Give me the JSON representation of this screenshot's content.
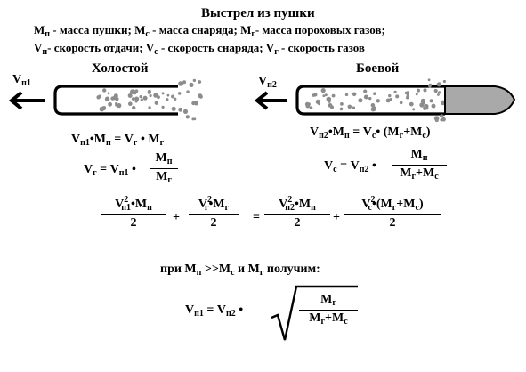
{
  "title": "Выстрел из пушки",
  "legend": {
    "line1": "М п - масса пушки; М с - масса снаряда; М г- масса пороховых газов;",
    "mp_sym": "М",
    "mp_sub": "п",
    "mp_txt": "- масса пушки;",
    "mc_sym": "М",
    "mc_sub": "с",
    "mc_txt": "- масса снаряда;",
    "mg_sym": "М",
    "mg_sub": "г",
    "mg_txt": "- масса  пороховых газов",
    "semicolon": ";",
    "vp_sym": "V",
    "vp_sub": "п",
    "vp_txt": "- скорость отдачи;",
    "vc_sym": "V",
    "vc_sub": "с",
    "vc_txt": "- скорость снаряда;",
    "vg_sym": "V",
    "vg_sub": "г",
    "vg_txt": "- скорость газов"
  },
  "left_panel": {
    "label": "Холостой",
    "velocity_sym": "V",
    "velocity_sub": "п1"
  },
  "right_panel": {
    "label": "Боевой",
    "velocity_sym": "V",
    "velocity_sub": "п2"
  },
  "conditions": {
    "prefix": "при",
    "m1": "М",
    "m1_sub": "п",
    "op": ">>",
    "m2": "М",
    "m2_sub": "с",
    "and": "и",
    "m3": "М",
    "m3_sub": "г",
    "suffix": "получим:"
  },
  "formulas": {
    "V": "V",
    "M": "М",
    "dot": "•",
    "eq": "=",
    "plus": "+",
    "two": "2",
    "p": "п",
    "g": "г",
    "c": "с",
    "p1": "п1",
    "p2": "п2",
    "sq": "2",
    "lpar": "(",
    "rpar": ")"
  },
  "colors": {
    "ink": "#000000",
    "projectile": "#a9a9a9",
    "gas": "#8c8c8c"
  }
}
